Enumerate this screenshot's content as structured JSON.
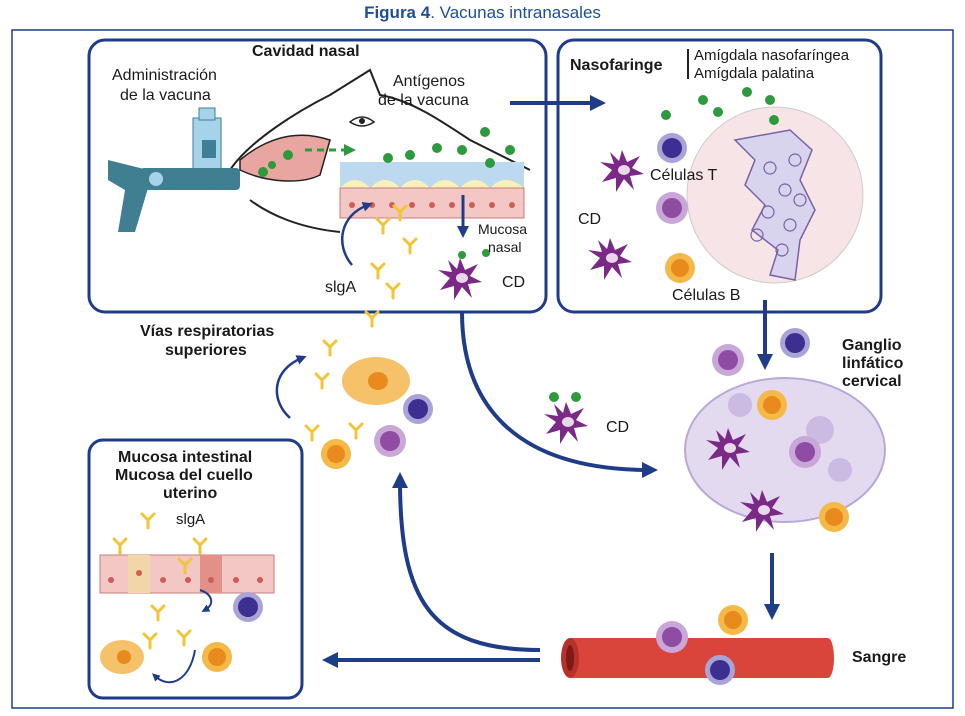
{
  "title": {
    "prefix": "Figura 4",
    "suffix": ". Vacunas intranasales"
  },
  "nasal": {
    "heading": "Cavidad nasal",
    "admin_line1": "Administración",
    "admin_line2": "de la vacuna",
    "antigen_line1": "Antígenos",
    "antigen_line2": "de la vacuna",
    "mucosa_line1": "Mucosa",
    "mucosa_line2": "nasal",
    "cd": "CD",
    "siga": "slgA"
  },
  "naso": {
    "heading": "Nasofaringe",
    "tonsil1": "Amígdala nasofaríngea",
    "tonsil2": "Amígdala palatina",
    "tcells": "Células T",
    "cd": "CD",
    "bcells": "Células B"
  },
  "upper": {
    "line1": "Vías respiratorias",
    "line2": "superiores"
  },
  "node": {
    "line1": "Ganglio",
    "line2": "linfático",
    "line3": "cervical",
    "cd": "CD"
  },
  "intestinal": {
    "line1": "Mucosa intestinal",
    "line2": "Mucosa del cuello",
    "line3": "uterino",
    "siga": "slgA"
  },
  "blood": "Sangre",
  "colors": {
    "navy": "#1f3c88",
    "title": "#1f4e96",
    "green": "#2e9a3e",
    "purple": "#7a2a86",
    "orange": "#e98a1f",
    "yellow": "#f2c534",
    "vessel": "#d9453a"
  }
}
